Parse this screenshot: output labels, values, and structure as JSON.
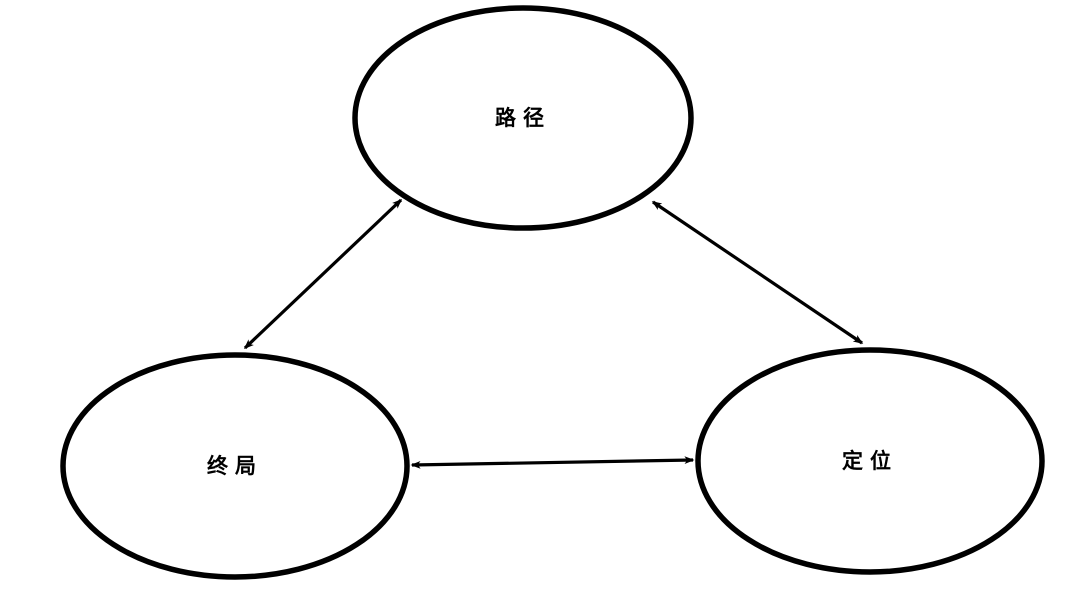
{
  "diagram": {
    "type": "concept-triangle",
    "background_color": "#ffffff",
    "stroke_color": "#000000",
    "nodes": [
      {
        "id": "path",
        "label": "路径",
        "position": "top-center"
      },
      {
        "id": "endgame",
        "label": "终局",
        "position": "bottom-left"
      },
      {
        "id": "positioning",
        "label": "定位",
        "position": "bottom-right"
      }
    ],
    "edges": [
      {
        "from": "路径",
        "to": "终局",
        "direction": "bidirectional"
      },
      {
        "from": "路径",
        "to": "定位",
        "direction": "bidirectional"
      },
      {
        "from": "终局",
        "to": "定位",
        "direction": "bidirectional"
      }
    ]
  }
}
